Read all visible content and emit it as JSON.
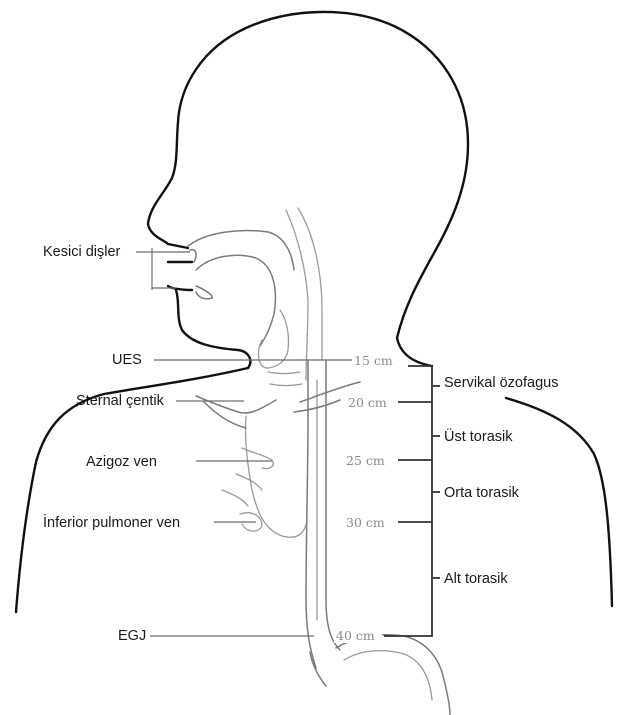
{
  "labels": {
    "left": {
      "incisors": "Kesici dişler",
      "ues": "UES",
      "sternal_notch": "Sternal çentik",
      "azygos_vein": "Azigoz ven",
      "inferior_pulmonary_vein": "İnferior pulmoner ven",
      "egj": "EGJ"
    },
    "distances": {
      "d15": "15 cm",
      "d20": "20 cm",
      "d25": "25 cm",
      "d30": "30 cm",
      "d40": "40 cm"
    },
    "segments": {
      "cervical": "Servikal özofagus",
      "upper_thoracic": "Üst torasik",
      "middle_thoracic": "Orta torasik",
      "lower_thoracic": "Alt torasik"
    }
  },
  "colors": {
    "outline": "#111111",
    "anatomy_lines": "#9a9a9a",
    "distance_text": "#8a8a8a",
    "label_text": "#1a1a1a"
  }
}
